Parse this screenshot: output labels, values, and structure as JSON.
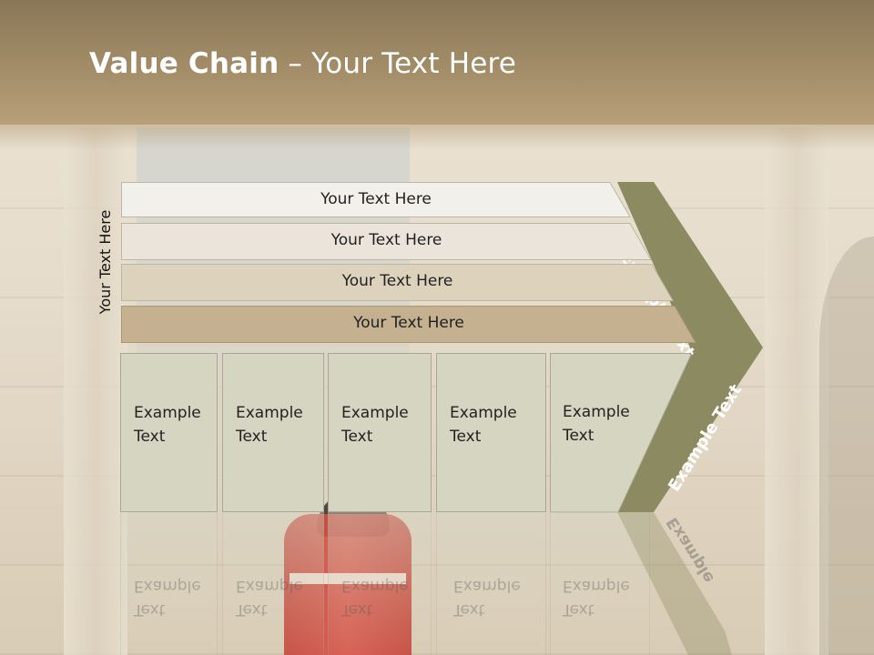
{
  "title": {
    "bold": "Value Chain",
    "rest": " – Your Text Here"
  },
  "side_label": "Your Text Here",
  "support_bars": [
    {
      "label": "Your Text Here",
      "color": "#f2f0eb"
    },
    {
      "label": "Your Text Here",
      "color": "#eae4da"
    },
    {
      "label": "Your Text Here",
      "color": "#ddd2bc"
    },
    {
      "label": "Your Text Here",
      "color": "#c5b08f"
    }
  ],
  "primary_boxes": [
    {
      "line1": "Example",
      "line2": "Text"
    },
    {
      "line1": "Example",
      "line2": "Text"
    },
    {
      "line1": "Example",
      "line2": "Text"
    },
    {
      "line1": "Example",
      "line2": "Text"
    },
    {
      "line1": "Example",
      "line2": "Text"
    }
  ],
  "chevron": {
    "upper_label": "Example Text",
    "lower_label": "Example Text",
    "color": "#8b8a60",
    "light_color": "#a4a27b"
  },
  "reflection": {
    "boxes_line1": "Example",
    "boxes_line2": "Text",
    "chevron_label": "Example"
  }
}
